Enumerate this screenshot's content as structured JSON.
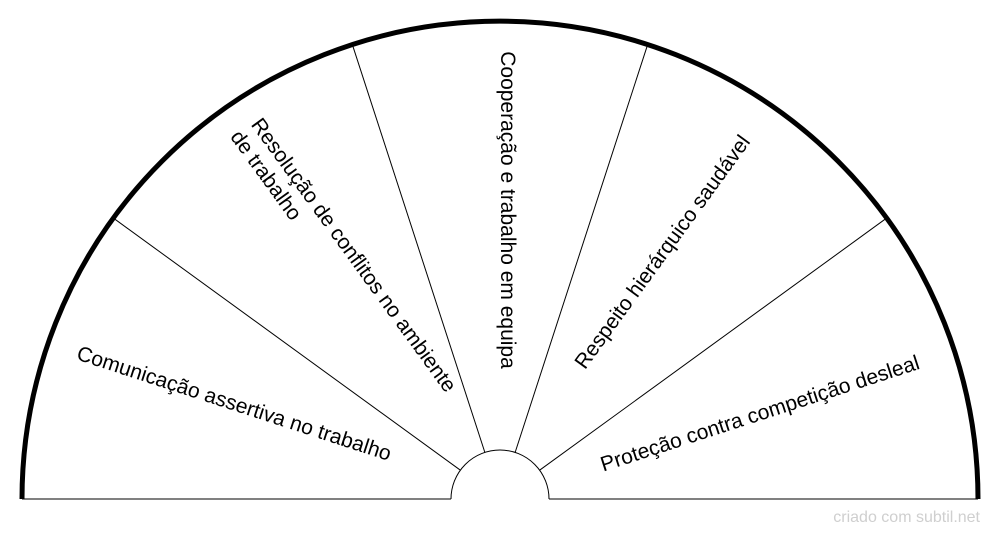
{
  "segments": [
    {
      "label_lines": [
        "Comunicação assertiva no trabalho"
      ]
    },
    {
      "label_lines": [
        "Resolução de conflitos no ambiente",
        "de trabalho"
      ]
    },
    {
      "label_lines": [
        "Cooperação e trabalho em equipa"
      ]
    },
    {
      "label_lines": [
        "Respeito hierárquico saudável"
      ]
    },
    {
      "label_lines": [
        "Proteção contra competição desleal"
      ]
    }
  ],
  "footer": {
    "text": "criado com subtil.net"
  },
  "colors": {
    "outline": "#000000",
    "divider": "#000000",
    "background": "#ffffff",
    "footer": "#cfcfcf"
  }
}
